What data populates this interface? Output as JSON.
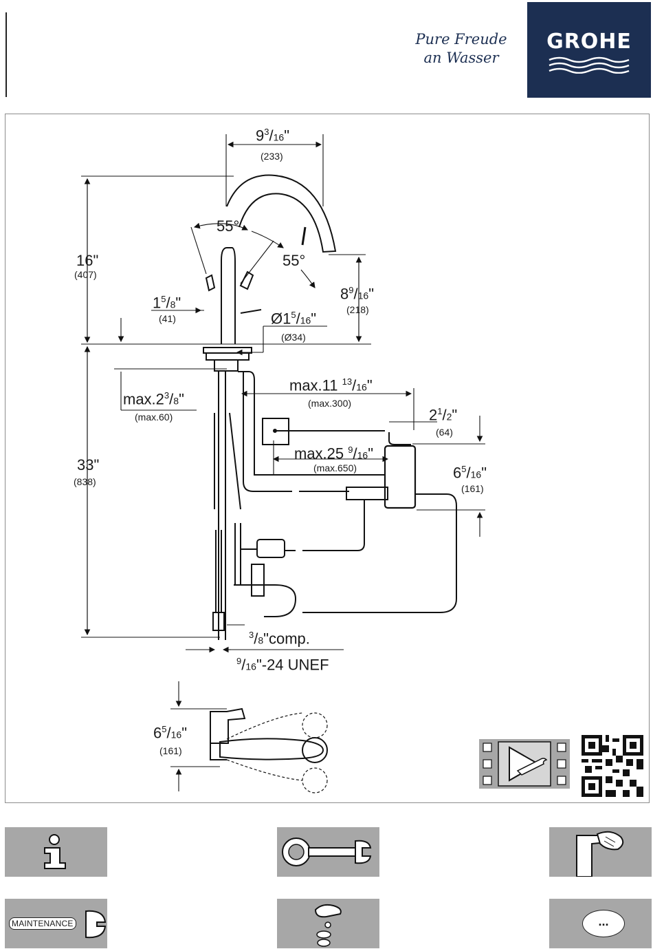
{
  "header": {
    "slogan_line1": "Pure Freude",
    "slogan_line2": "an Wasser",
    "brand": "GROHE",
    "brand_color": "#1c2f52"
  },
  "dimensions": {
    "spout_reach": {
      "whole": "9",
      "num": "3",
      "den": "16",
      "unit": "\"",
      "mm": "(233)"
    },
    "height_total": {
      "whole": "16",
      "unit": "\"",
      "mm": "(407)"
    },
    "swivel_left": "55°",
    "swivel_right": "55°",
    "spout_height": {
      "whole": "8",
      "num": "9",
      "den": "16",
      "unit": "\"",
      "mm": "(218)"
    },
    "lever_offset": {
      "whole": "1",
      "num": "5",
      "den": "8",
      "unit": "\"",
      "mm": "(41)"
    },
    "diameter": {
      "prefix": "Ø1",
      "num": "5",
      "den": "16",
      "unit": "\"",
      "mm": "(Ø34)"
    },
    "max_11": {
      "prefix": "max.11",
      "num": "13",
      "den": "16",
      "unit": "\"",
      "mm": "(max.300)"
    },
    "max_2": {
      "prefix": "max.2",
      "num": "3",
      "den": "8",
      "unit": "\"",
      "mm": "(max.60)"
    },
    "dim_2_half": {
      "whole": "2",
      "num": "1",
      "den": "2",
      "unit": "\"",
      "mm": "(64)"
    },
    "max_25": {
      "prefix": "max.25",
      "num": "9",
      "den": "16",
      "unit": "\"",
      "mm": "(max.650)"
    },
    "dim_6_a": {
      "whole": "6",
      "num": "5",
      "den": "16",
      "unit": "\"",
      "mm": "(161)"
    },
    "height_33": {
      "whole": "33",
      "unit": "\"",
      "mm": "(838)"
    },
    "comp": {
      "num": "3",
      "den": "8",
      "text": "\"comp."
    },
    "unef": {
      "num": "9",
      "den": "16",
      "text": "\"-24 UNEF"
    },
    "dim_6_b": {
      "whole": "6",
      "num": "5",
      "den": "16",
      "unit": "\"",
      "mm": "(161)"
    }
  },
  "footer": {
    "maintenance_label": "MAINTENANCE",
    "more_label": "..."
  },
  "icons": [
    "info-icon",
    "wrench-icon",
    "cleaning-icon",
    "maintenance-icon",
    "spare-parts-icon",
    "more-icon",
    "video-icon",
    "qr-code-icon"
  ]
}
